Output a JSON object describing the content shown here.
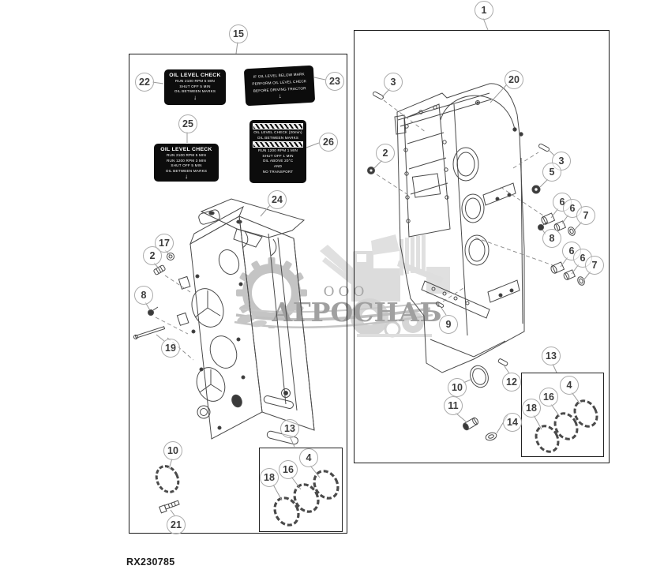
{
  "page": {
    "drawing_number": "RX230785"
  },
  "watermark": {
    "org_prefix": "ООО",
    "org_name": "АГРОСНАБ"
  },
  "callouts": {
    "c15": "15",
    "c1": "1",
    "c22": "22",
    "c23": "23",
    "c25": "25",
    "c26": "26",
    "c24": "24",
    "c17": "17",
    "c2l": "2",
    "c8l": "8",
    "c19": "19",
    "c10l": "10",
    "c21": "21",
    "c13l": "13",
    "c18l": "18",
    "c16l": "16",
    "c4l": "4",
    "c20": "20",
    "c3a": "3",
    "c2r": "2",
    "c3b": "3",
    "c5": "5",
    "c8r": "8",
    "c6a1": "6",
    "c6a2": "6",
    "c7a": "7",
    "c6b1": "6",
    "c6b2": "6",
    "c7b": "7",
    "c9": "9",
    "c10r": "10",
    "c11": "11",
    "c12": "12",
    "c14": "14",
    "c13r": "13",
    "c18r": "18",
    "c16r": "16",
    "c4r": "4"
  },
  "decals": {
    "d22": {
      "title": "OIL LEVEL CHECK",
      "line1": "RUN 2100 RPM 5 MIN",
      "line2": "SHUT OFF 5 MIN",
      "line3": "OIL BETWEEN MARKS",
      "arrow": "↓"
    },
    "d23": {
      "line1": "IF OIL LEVEL BELOW MARK",
      "line2": "PERFORM OIL LEVEL CHECK",
      "line3": "BEFORE DRIVING TRACTOR",
      "arrow": "↓"
    },
    "d25": {
      "title": "OIL LEVEL CHECK",
      "line1": "RUN 2100 RPM 5 MIN",
      "line2": "RUN 1200 RPM 3 MIN",
      "line3": "SHUT OFF 5 MIN",
      "line4": "OIL BETWEEN MARKS",
      "arrow": "↓"
    },
    "d26": {
      "line1": "OIL LEVEL CHECK (20min)",
      "line2": "OIL BETWEEN MARKS",
      "line3": "RUN 1200 RPM 1 MIN",
      "line4": "SHUT OFF 1 MIN",
      "line5": "OIL ABOVE 20°C",
      "line6": "AND",
      "line7": "NO TRANSPORT"
    }
  }
}
